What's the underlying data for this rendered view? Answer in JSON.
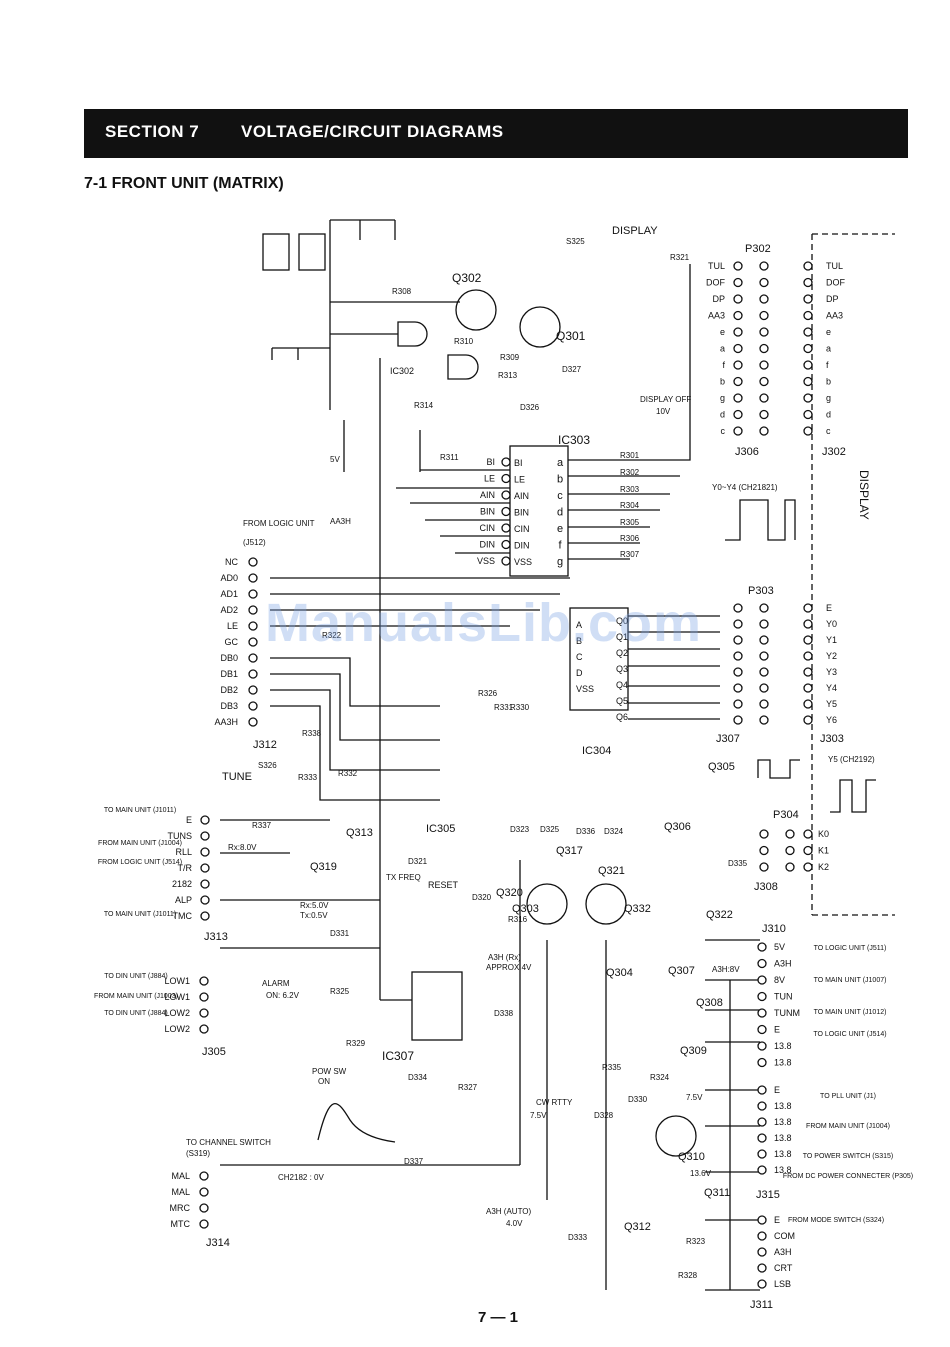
{
  "header": {
    "section": "SECTION 7",
    "title": "VOLTAGE/CIRCUIT DIAGRAMS"
  },
  "subtitle": "7-1 FRONT UNIT (MATRIX)",
  "page_number": "7 — 1",
  "watermark": "ManualsLib.com",
  "labels": {
    "display_sw": "DISPLAY",
    "s325": "S325",
    "p302": "P302",
    "j306": "J306",
    "j302": "J302",
    "display_side": "DISPLAY",
    "ic303": "IC303",
    "ic304": "IC304",
    "ic305": "IC305",
    "ic307": "IC307",
    "ic302": "IC302",
    "q302": "Q302",
    "q301": "Q301",
    "p303": "P303",
    "j307": "J307",
    "j303": "J303",
    "p304": "P304",
    "j308": "J308",
    "j310": "J310",
    "j315": "J315",
    "j311": "J311",
    "j312": "J312",
    "j313": "J313",
    "j305": "J305",
    "j314": "J314",
    "tune": "TUNE",
    "s326": "S326",
    "from_logic": "FROM LOGIC UNIT",
    "j512": "(J512)",
    "v5": "5V",
    "aa3h": "AA3H",
    "display_off": "DISPLAY OFF",
    "display_off_v": "10V",
    "y0y4": "Y0~Y4 (CH21821)",
    "y5": "Y5 (CH2192)",
    "to_channel": "TO CHANNEL SWITCH",
    "s319": "(S319)",
    "ch2182": "CH2182 : 0V",
    "alarm": "ALARM",
    "alarm_v": "ON: 6.2V",
    "pow_sw": "POW SW",
    "pow_on": "ON",
    "tx_freq": "TX FREQ",
    "reset": "RESET",
    "rx_tx": "Rx:5.0V",
    "tx_v": "Tx:0.5V",
    "rx8": "Rx:8.0V",
    "a3h_rx": "A3H (Rx)",
    "approx4v": "APPROX 4V",
    "cw_rtty": "CW RTTY",
    "cw_v": "7.5V",
    "a3h_auto": "A3H (AUTO)",
    "a3h_4v": "4.0V",
    "q310_v": "7.5V",
    "q310_v2": "13.6V",
    "a3h_8v": "A3H:8V",
    "r_labels": [
      "R301",
      "R302",
      "R303",
      "R304",
      "R305",
      "R306",
      "R307",
      "R308",
      "R309",
      "R310",
      "R311",
      "R313",
      "R314",
      "R316",
      "R321",
      "R322",
      "R323",
      "R324",
      "R325",
      "R326",
      "R327",
      "R328",
      "R329",
      "R330",
      "R331",
      "R332",
      "R333",
      "R335",
      "R337",
      "R338"
    ],
    "q_labels": [
      "Q303",
      "Q304",
      "Q305",
      "Q306",
      "Q307",
      "Q308",
      "Q309",
      "Q310",
      "Q311",
      "Q312",
      "Q313",
      "Q317",
      "Q319",
      "Q320",
      "Q321",
      "Q322",
      "Q332"
    ],
    "d_labels": [
      "D320",
      "D321",
      "D323",
      "D324",
      "D325",
      "D326",
      "D327",
      "D328",
      "D330",
      "D331",
      "D333",
      "D334",
      "D335",
      "D336",
      "D337",
      "D338"
    ]
  },
  "j302_pins": [
    "TUL",
    "DOF",
    "DP",
    "AA3",
    "e",
    "a",
    "f",
    "b",
    "g",
    "d",
    "c"
  ],
  "j303_pins": [
    "E",
    "Y0",
    "Y1",
    "Y2",
    "Y3",
    "Y4",
    "Y5",
    "Y6"
  ],
  "j304_pins": [
    "K0",
    "K1",
    "K2"
  ],
  "j512_pins": [
    "NC",
    "AD0",
    "AD1",
    "AD2",
    "LE",
    "GC",
    "DB0",
    "DB1",
    "DB2",
    "DB3",
    "AA3H"
  ],
  "ic303_left": [
    "BI",
    "LE",
    "AIN",
    "BIN",
    "CIN",
    "DIN",
    "VSS"
  ],
  "ic303_right": [
    "a",
    "b",
    "c",
    "d",
    "e",
    "f",
    "g"
  ],
  "ic304_left": [
    "A",
    "B",
    "C",
    "D",
    "VSS"
  ],
  "ic304_right": [
    "Q0",
    "Q1",
    "Q2",
    "Q3",
    "Q4",
    "Q5",
    "Q6"
  ],
  "j313": {
    "pins": [
      "E",
      "TUNS",
      "RLL",
      "T/R",
      "2182",
      "ALP",
      "TMC"
    ],
    "notes": [
      "TO MAIN UNIT (J1011)",
      "FROM MAIN UNIT (J1004)",
      "FROM LOGIC UNIT (J514)",
      "TO MAIN UNIT (J1011)"
    ]
  },
  "j305": {
    "pins": [
      "LOW1",
      "LOW1",
      "LOW2",
      "LOW2"
    ],
    "notes": [
      "TO DIN UNIT (J884)",
      "FROM MAIN UNIT (J1003)",
      "TO DIN UNIT (J884)"
    ]
  },
  "j314_pins": [
    "MAL",
    "MAL",
    "MRC",
    "MTC"
  ],
  "j310": {
    "pins": [
      "5V",
      "A3H",
      "8V",
      "TUN",
      "TUNM",
      "E",
      "13.8",
      "13.8"
    ],
    "notes": [
      "TO LOGIC UNIT (J511)",
      "TO MAIN UNIT (J1007)",
      "TO MAIN UNIT (J1012)",
      "TO LOGIC UNIT (J514)"
    ]
  },
  "j315": {
    "pins": [
      "E",
      "13.8",
      "13.8",
      "13.8",
      "13.8",
      "13.8"
    ],
    "notes": [
      "TO PLL UNIT (J1)",
      "FROM MAIN UNIT (J1004)",
      "TO POWER SWITCH (S315)",
      "FROM DC POWER CONNECTER (P305)"
    ]
  },
  "j311": {
    "pins": [
      "E",
      "COM",
      "A3H",
      "CRT",
      "LSB"
    ],
    "notes": [
      "FROM MODE SWITCH (S324)"
    ]
  }
}
